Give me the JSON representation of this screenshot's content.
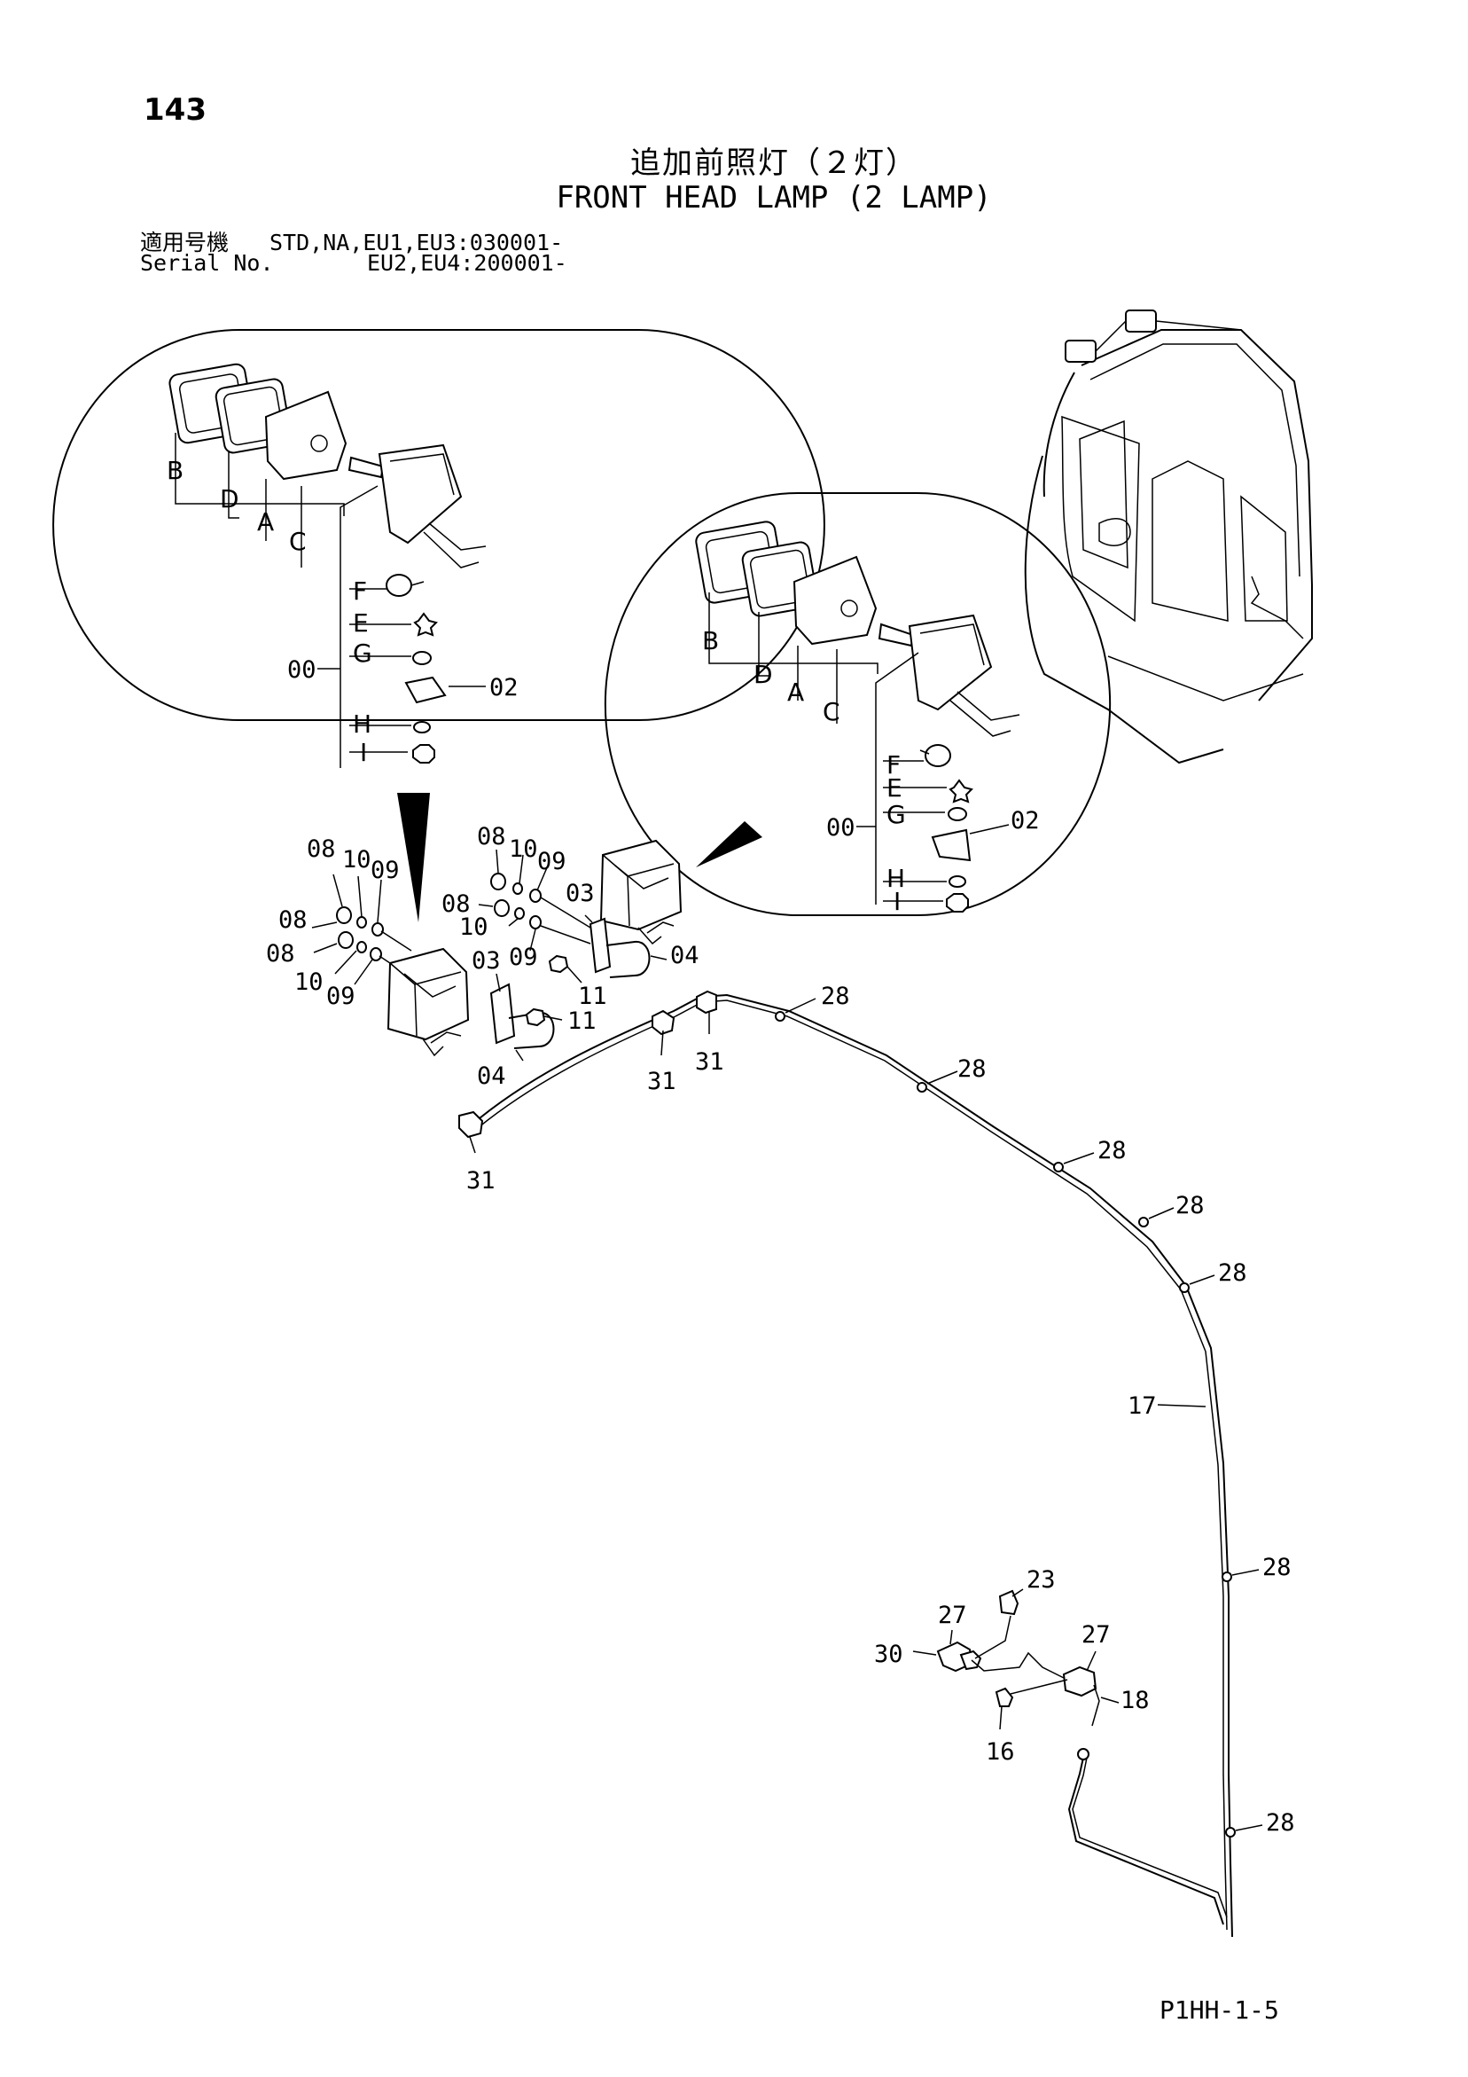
{
  "page_number": "143",
  "title_jp": "追加前照灯（２灯）",
  "title_en": "FRONT HEAD LAMP (2 LAMP)",
  "serial": {
    "line1_label": "適用号機",
    "line1_value": "STD,NA,EU1,EU3:030001-",
    "line2_label": "Serial No.",
    "line2_value": "EU2,EU4:200001-"
  },
  "page_code": "P1HH-1-5",
  "callouts": {
    "left_detail": {
      "B": "B",
      "D": "D",
      "A": "A",
      "C": "C",
      "F": "F",
      "E": "E",
      "G": "G",
      "H": "H",
      "I": "I",
      "assembly": "00",
      "bracket": "02"
    },
    "right_detail": {
      "B": "B",
      "D": "D",
      "A": "A",
      "C": "C",
      "F": "F",
      "E": "E",
      "G": "G",
      "H": "H",
      "I": "I",
      "assembly": "00",
      "bracket": "02"
    },
    "left_lamp": {
      "p08a": "08",
      "p10a": "10",
      "p09a": "09",
      "p08b": "08",
      "p08c": "08",
      "p10b": "10",
      "p09b": "09",
      "p03": "03",
      "p11": "11",
      "p04": "04"
    },
    "right_lamp": {
      "p08a": "08",
      "p10a": "10",
      "p09a": "09",
      "p08b": "08",
      "p10b": "10",
      "p09b": "09",
      "p03": "03",
      "p11": "11",
      "p04": "04"
    },
    "harness": {
      "c31a": "31",
      "c31b": "31",
      "c31c": "31",
      "c28a": "28",
      "c28b": "28",
      "c28c": "28",
      "c28d": "28",
      "c28e": "28",
      "c28f": "28",
      "c28g": "28",
      "c17": "17",
      "c23": "23",
      "c27a": "27",
      "c27b": "27",
      "c30": "30",
      "c18": "18",
      "c16": "16"
    }
  }
}
